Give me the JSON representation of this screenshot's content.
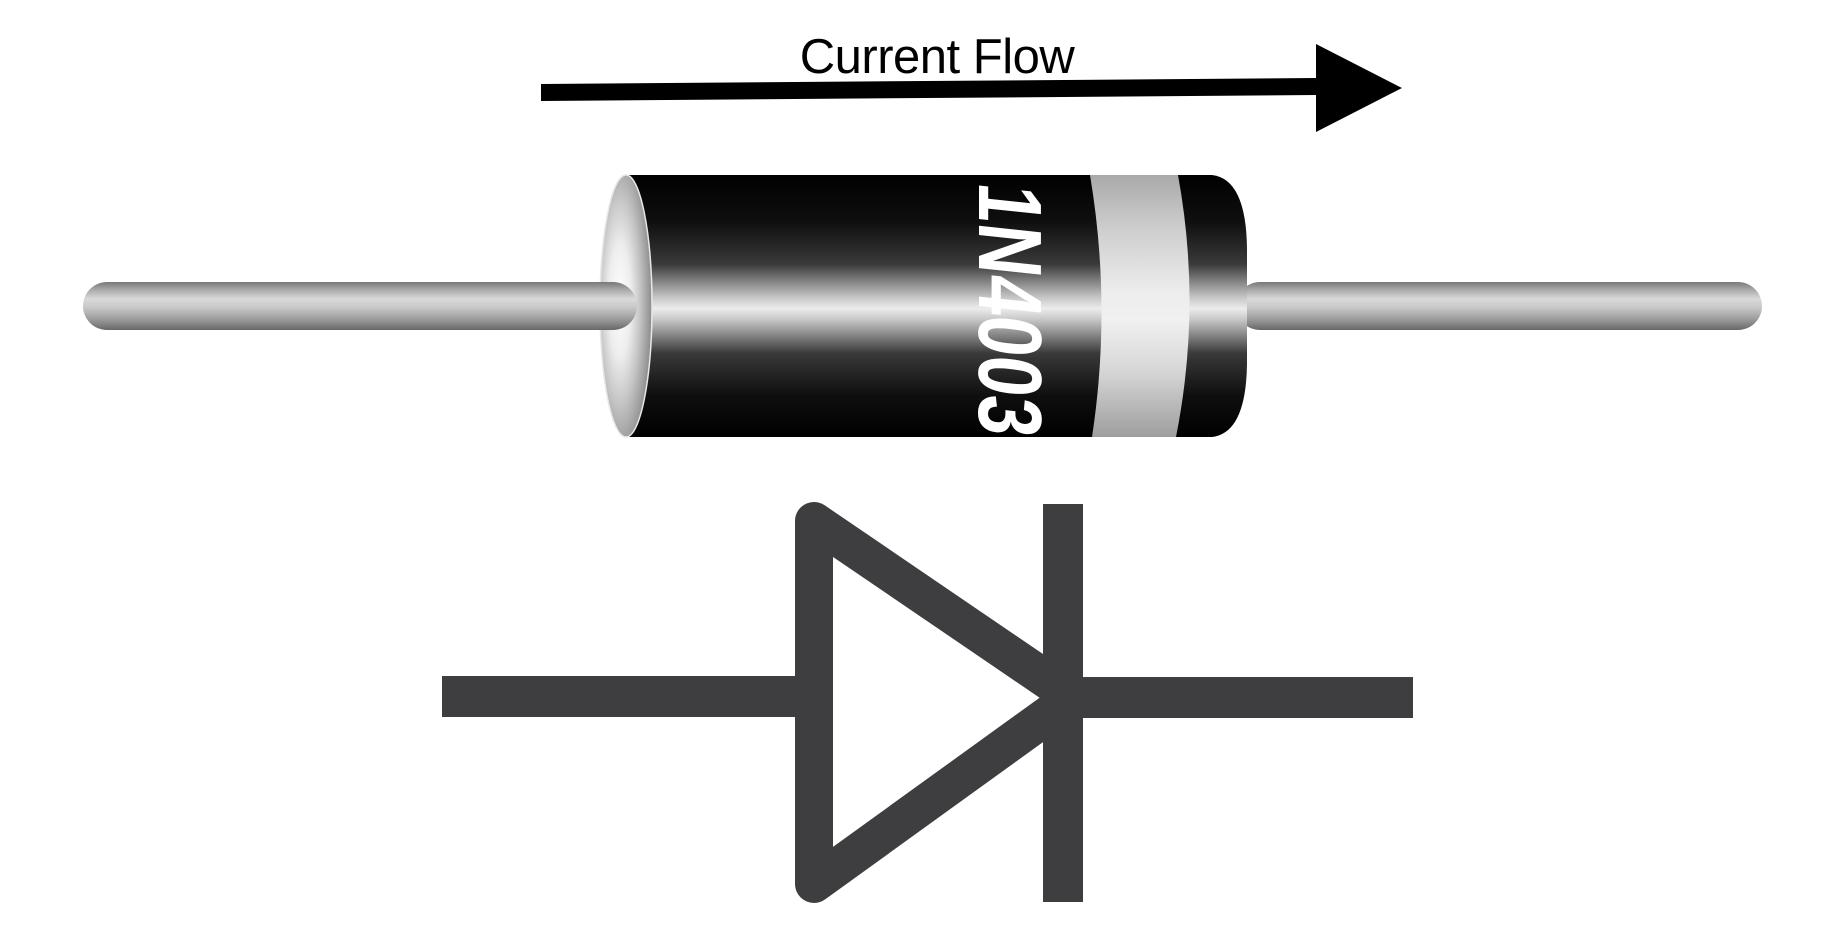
{
  "labels": {
    "current_flow": "Current Flow",
    "part_number": "1N4003"
  },
  "icons": {
    "flow_arrow": "right-arrow-icon",
    "schematic": "diode-symbol"
  },
  "colors": {
    "background": "#ffffff",
    "caption_text": "#000000",
    "arrow": "#000000",
    "schematic_symbol": "#3e3e40",
    "part_number_text": "#ffffff",
    "body_dark": "#000000",
    "body_highlight": "#ececec",
    "cathode_band_light": "#f1f1f1",
    "cathode_band_dark": "#9e9e9e",
    "lead_bright": "#d9d9d9",
    "lead_dark": "#686868",
    "end_cap_highlight": "#ffffff"
  }
}
